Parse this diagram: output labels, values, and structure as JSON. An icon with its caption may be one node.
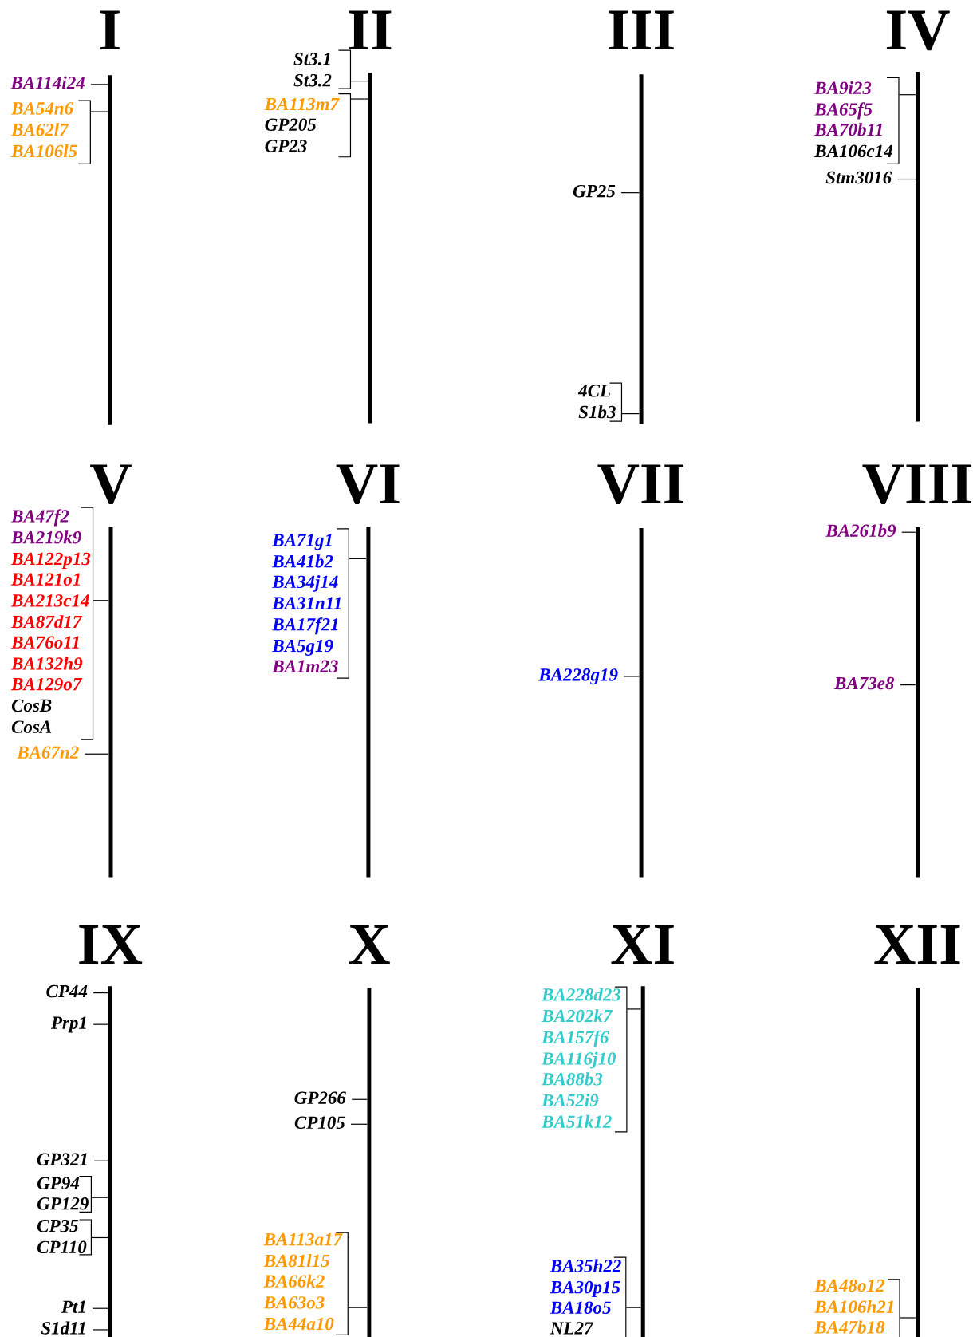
{
  "diagram": {
    "nodes": [
      {
        "text": [
          "I"
        ]
      },
      {
        "text": [
          "BA114i24"
        ]
      },
      {
        "text": [],
        "shape": "bracket"
      },
      {
        "text": [
          "II"
        ]
      },
      {
        "text": [],
        "shape": "bracket"
      },
      {
        "text": [],
        "shape": "bracket"
      },
      {
        "text": [
          "III"
        ]
      },
      {
        "text": [
          "GP25"
        ]
      },
      {
        "text": [],
        "shape": "bracket"
      },
      {
        "text": [
          "IV"
        ]
      },
      {
        "text": [],
        "shape": "bracket"
      },
      {
        "text": [
          "Stm3016"
        ]
      },
      {
        "text": [
          "V"
        ]
      },
      {
        "text": [],
        "shape": "bracket"
      },
      {
        "text": [
          "BA67n2"
        ]
      },
      {
        "text": [
          "VI"
        ]
      },
      {
        "text": [],
        "shape": "bracket"
      },
      {
        "text": [
          "VII"
        ]
      },
      {
        "text": [
          "BA228g19"
        ]
      },
      {
        "text": [
          "VIII"
        ]
      },
      {
        "text": [
          "BA261b9"
        ]
      },
      {
        "text": [
          "BA73e8"
        ]
      },
      {
        "text": [
          "IX"
        ]
      },
      {
        "text": [
          "CP44"
        ]
      },
      {
        "text": [
          "Prp1"
        ]
      },
      {
        "text": [
          "GP321"
        ]
      },
      {
        "text": [],
        "shape": "bracket"
      },
      {
        "text": [],
        "shape": "bracket"
      },
      {
        "text": [
          "Pt1"
        ]
      },
      {
        "text": [
          "S1d11"
        ]
      },
      {
        "text": [
          "X"
        ]
      },
      {
        "text": [
          "GP266"
        ]
      },
      {
        "text": [
          "CP105"
        ]
      },
      {
        "text": [],
        "shape": "bracket"
      },
      {
        "text": [
          "XI"
        ]
      },
      {
        "text": [],
        "shape": "bracket"
      },
      {
        "text": [],
        "shape": "bracket"
      },
      {
        "text": [
          "XII"
        ]
      },
      {
        "text": [],
        "shape": "bracket"
      }
    ],
    "edges": [
      {
        "from": 1,
        "to": 0,
        "arrow": "none"
      },
      {
        "from": 2,
        "to": 0,
        "arrow": "none"
      },
      {
        "from": 4,
        "to": 3,
        "arrow": "none"
      },
      {
        "from": 5,
        "to": 3,
        "arrow": "none"
      },
      {
        "from": 7,
        "to": 6,
        "arrow": "none"
      },
      {
        "from": 8,
        "to": 6,
        "arrow": "none"
      },
      {
        "from": 10,
        "to": 9,
        "arrow": "none"
      },
      {
        "from": 11,
        "to": 9,
        "arrow": "none"
      },
      {
        "from": 13,
        "to": 12,
        "arrow": "none"
      },
      {
        "from": 14,
        "to": 12,
        "arrow": "none"
      },
      {
        "from": 16,
        "to": 15,
        "arrow": "none"
      },
      {
        "from": 18,
        "to": 17,
        "arrow": "none"
      },
      {
        "from": 20,
        "to": 19,
        "arrow": "none"
      },
      {
        "from": 21,
        "to": 19,
        "arrow": "none"
      },
      {
        "from": 23,
        "to": 22,
        "arrow": "none"
      },
      {
        "from": 24,
        "to": 22,
        "arrow": "none"
      },
      {
        "from": 25,
        "to": 22,
        "arrow": "none"
      },
      {
        "from": 26,
        "to": 22,
        "arrow": "none"
      },
      {
        "from": 27,
        "to": 22,
        "arrow": "none"
      },
      {
        "from": 28,
        "to": 22,
        "arrow": "none"
      },
      {
        "from": 29,
        "to": 22,
        "arrow": "none"
      },
      {
        "from": 31,
        "to": 30,
        "arrow": "none"
      },
      {
        "from": 32,
        "to": 30,
        "arrow": "none"
      },
      {
        "from": 33,
        "to": 30,
        "arrow": "none"
      },
      {
        "from": 35,
        "to": 34,
        "arrow": "none"
      },
      {
        "from": 36,
        "to": 34,
        "arrow": "none"
      },
      {
        "from": 38,
        "to": 37,
        "arrow": "none"
      }
    ],
    "labels": [
      "BA54n6",
      "BA62l7",
      "BA106l5",
      "St3.1",
      "St3.2",
      "BA113m7",
      "GP205",
      "GP23",
      "4CL",
      "S1b3",
      "BA9i23",
      "BA65f5",
      "BA70b11",
      "BA106c14",
      "BA47f2",
      "BA219k9",
      "BA122p13",
      "BA121o1",
      "BA213c14",
      "BA87d17",
      "BA76o11",
      "BA132h9",
      "BA129o7",
      "CosB",
      "CosA",
      "BA71g1",
      "BA41b2",
      "BA34j14",
      "BA31n11",
      "BA17f21",
      "BA5g19",
      "BA1m23",
      "GP94",
      "GP129",
      "CP35",
      "CP110",
      "BA113a17",
      "BA81l15",
      "BA66k2",
      "BA63o3",
      "BA44a10",
      "BA228d23",
      "BA202k7",
      "BA157f6",
      "BA116j10",
      "BA88b3",
      "BA52i9",
      "BA51k12",
      "BA35h22",
      "BA30p15",
      "BA18o5",
      "NL27",
      "BA48o12",
      "BA106h21",
      "BA47b18"
    ]
  }
}
